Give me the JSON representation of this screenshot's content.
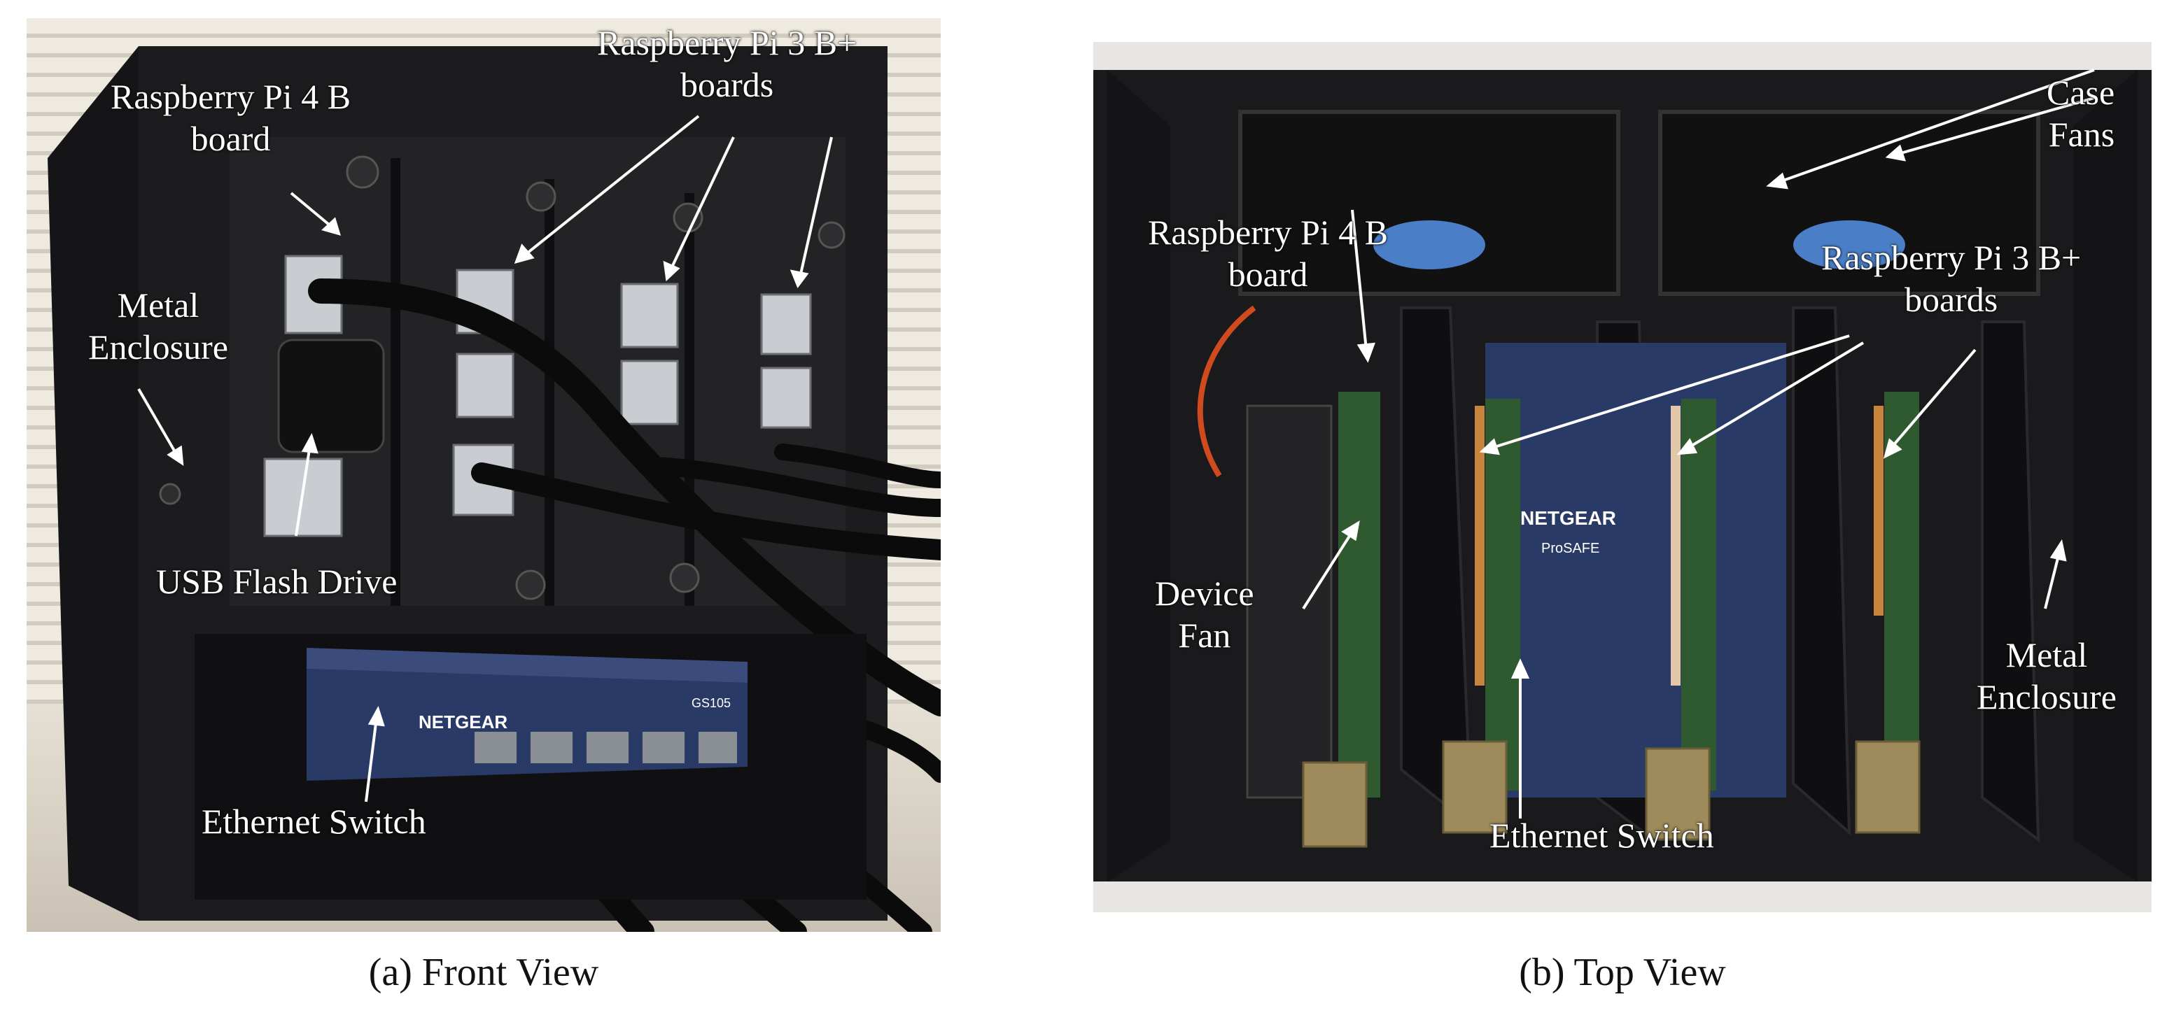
{
  "panel_a": {
    "caption": "(a) Front View",
    "labels": {
      "pi4": "Raspberry Pi 4 B\nboard",
      "pi3": "Raspberry Pi 3 B+\nboards",
      "enclosure": "Metal\nEnclosure",
      "usb": "USB Flash Drive",
      "switch": "Ethernet Switch"
    },
    "printed_marks": {
      "switch_brand": "NETGEAR",
      "switch_model": "GS105"
    }
  },
  "panel_b": {
    "caption": "(b) Top View",
    "labels": {
      "fans": "Case\nFans",
      "pi4": "Raspberry Pi 4 B\nboard",
      "pi3": "Raspberry Pi 3 B+\nboards",
      "device_fan": "Device\nFan",
      "enclosure": "Metal\nEnclosure",
      "switch": "Ethernet Switch"
    },
    "printed_marks": {
      "switch_brand": "NETGEAR",
      "switch_series": "ProSAFE"
    }
  },
  "colors": {
    "enclosure_black": "#1a1a1c",
    "switch_blue": "#2a3a66",
    "pcb_green": "#2f5a30",
    "copper": "#c8843c",
    "label_text": "#ffffff"
  }
}
